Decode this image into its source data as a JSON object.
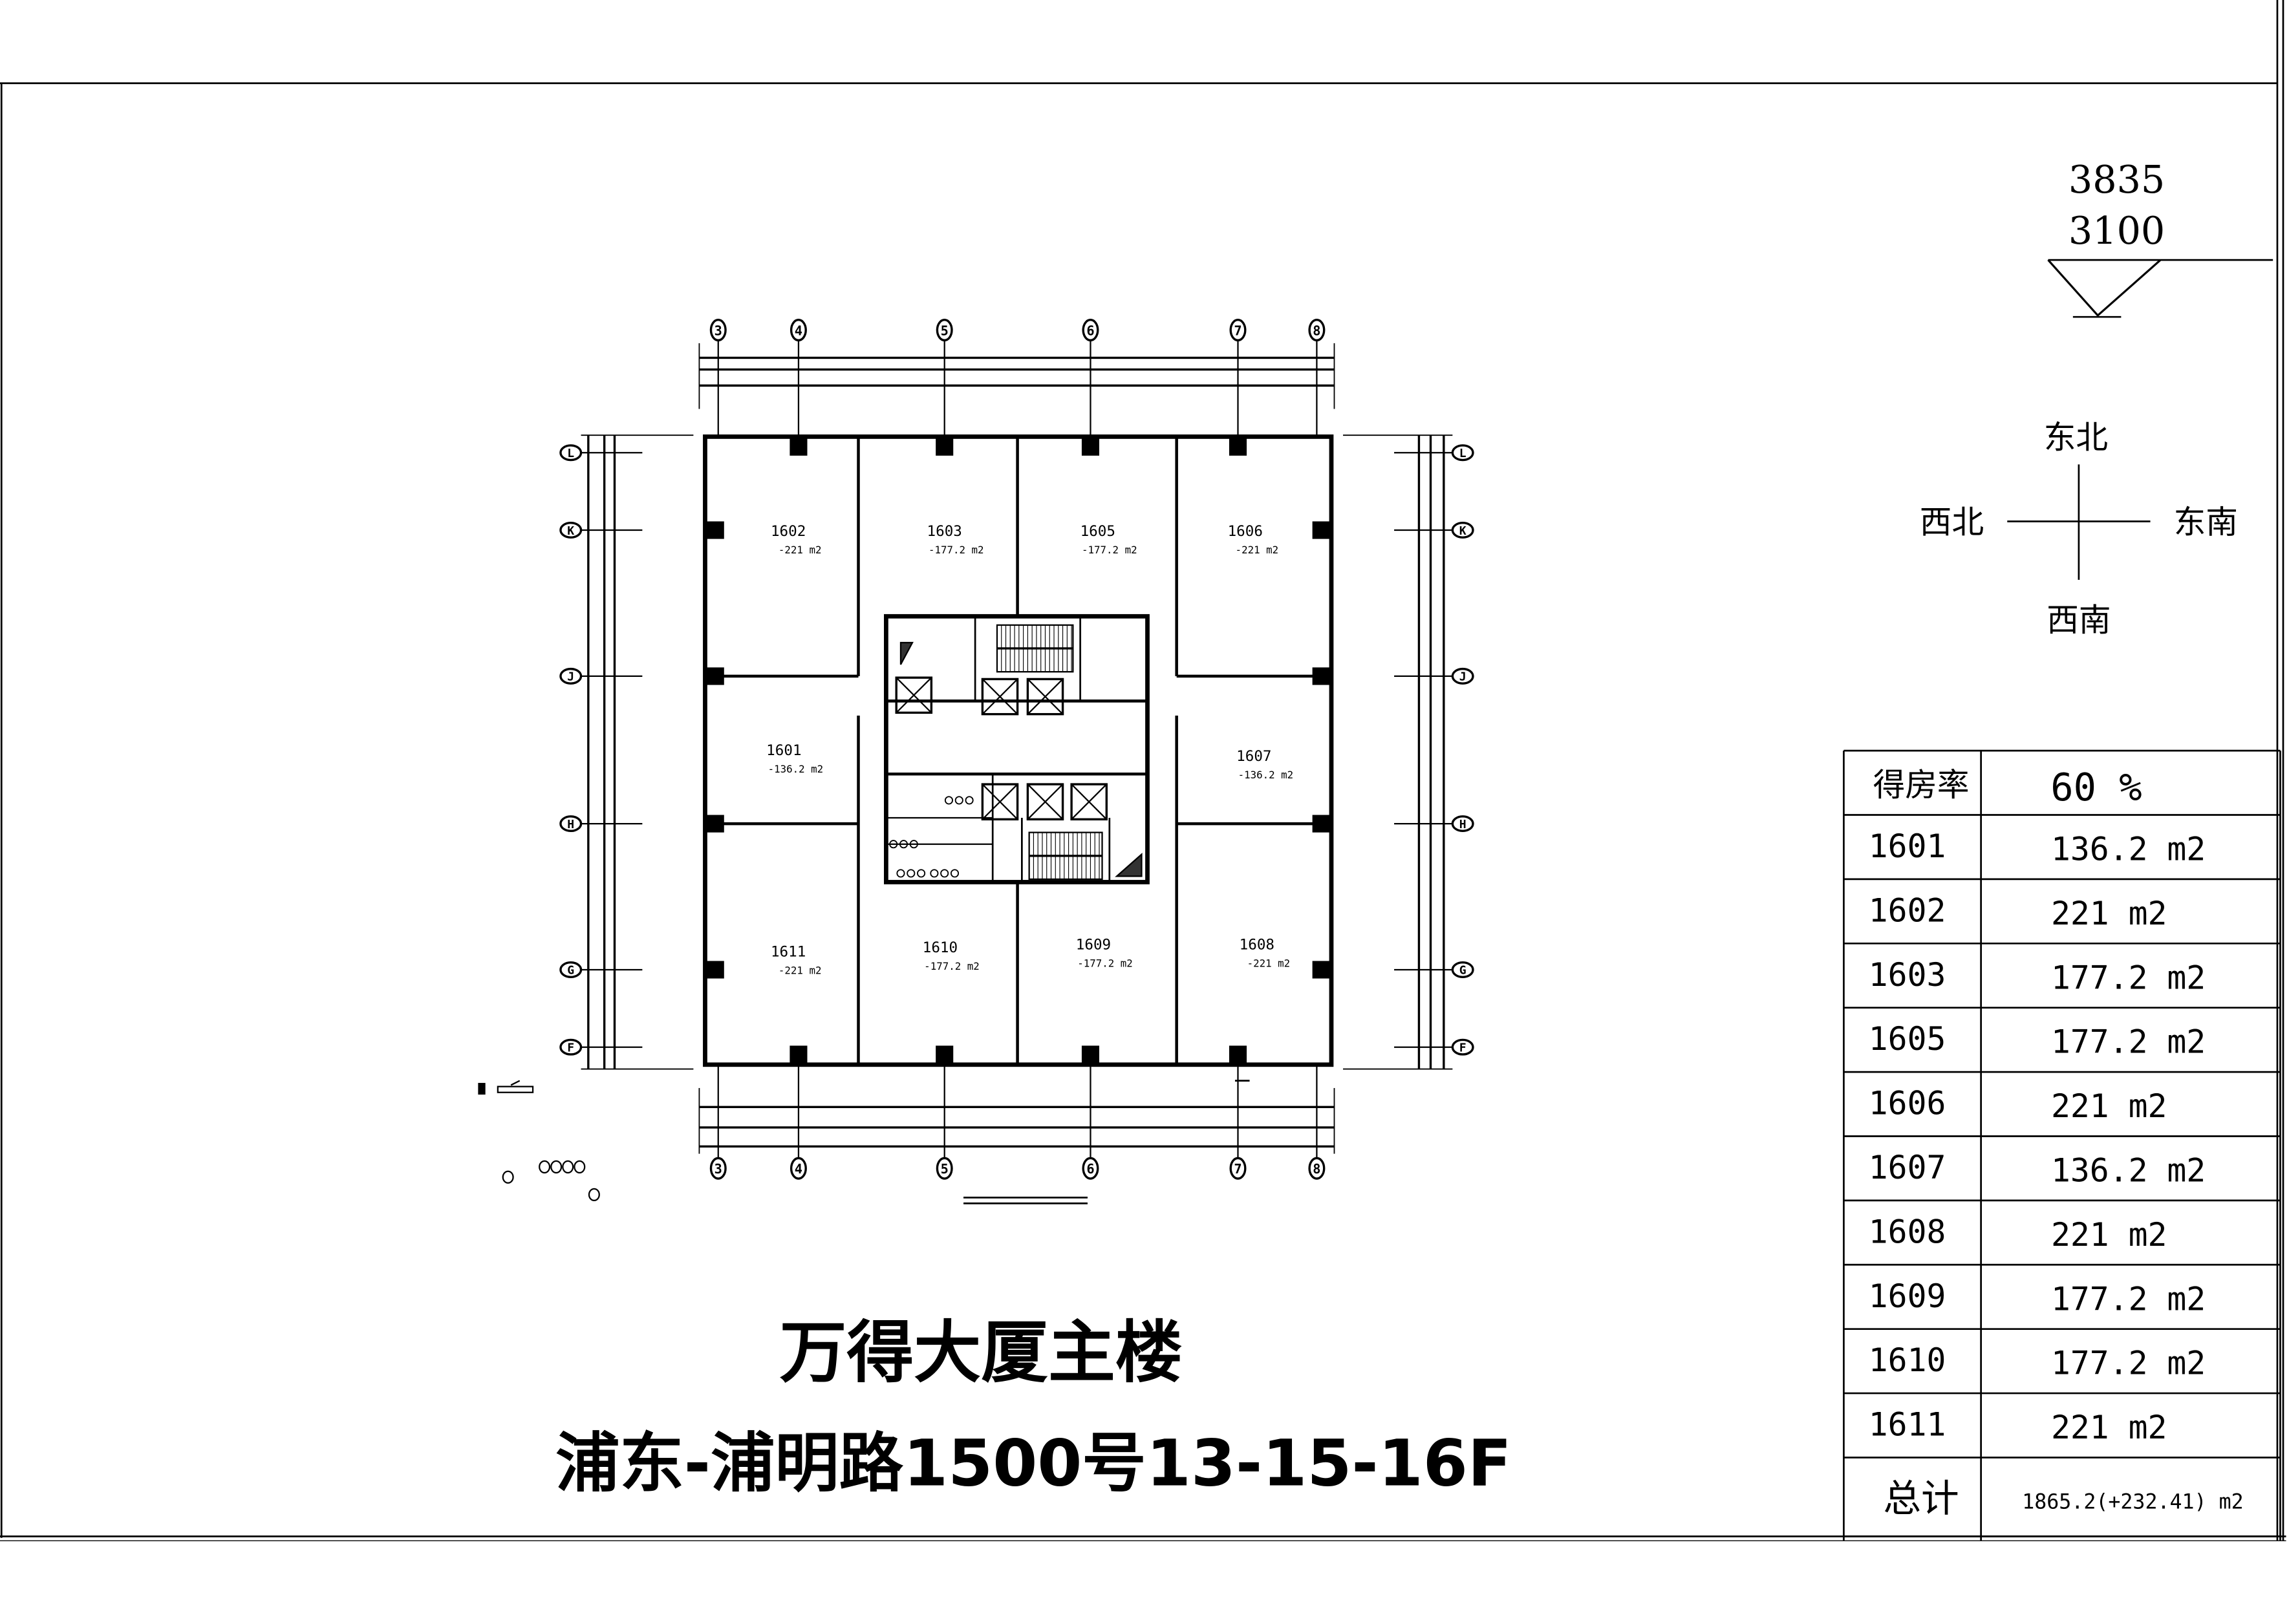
{
  "elevation": {
    "top": "3835",
    "bottom": "3100"
  },
  "compass": {
    "north": "东北",
    "west": "西北",
    "east": "东南",
    "south": "西南"
  },
  "grid_axes": {
    "columns": [
      "3",
      "4",
      "5",
      "6",
      "7",
      "8"
    ],
    "rows": [
      "L",
      "K",
      "J",
      "H",
      "G",
      "F"
    ]
  },
  "rooms": [
    {
      "number": "1602",
      "area": "-221 m2"
    },
    {
      "number": "1603",
      "area": "-177.2 m2"
    },
    {
      "number": "1605",
      "area": "-177.2 m2"
    },
    {
      "number": "1606",
      "area": "-221 m2"
    },
    {
      "number": "1601",
      "area": "-136.2 m2"
    },
    {
      "number": "1607",
      "area": "-136.2 m2"
    },
    {
      "number": "1611",
      "area": "-221 m2"
    },
    {
      "number": "1610",
      "area": "-177.2 m2"
    },
    {
      "number": "1609",
      "area": "-177.2 m2"
    },
    {
      "number": "1608",
      "area": "-221 m2"
    }
  ],
  "area_table": {
    "header": {
      "label": "得房率",
      "value": "60 %"
    },
    "rows": [
      {
        "unit": "1601",
        "area": "136.2 m2"
      },
      {
        "unit": "1602",
        "area": "221 m2"
      },
      {
        "unit": "1603",
        "area": "177.2 m2"
      },
      {
        "unit": "1605",
        "area": "177.2 m2"
      },
      {
        "unit": "1606",
        "area": "221 m2"
      },
      {
        "unit": "1607",
        "area": "136.2 m2"
      },
      {
        "unit": "1608",
        "area": "221 m2"
      },
      {
        "unit": "1609",
        "area": "177.2 m2"
      },
      {
        "unit": "1610",
        "area": "177.2 m2"
      },
      {
        "unit": "1611",
        "area": "221 m2"
      }
    ],
    "total": {
      "label": "总计",
      "value": "1865.2(+232.41) m2"
    }
  },
  "title": {
    "building": "万得大厦主楼",
    "address": "浦东-浦明路1500号13-15-16F"
  }
}
